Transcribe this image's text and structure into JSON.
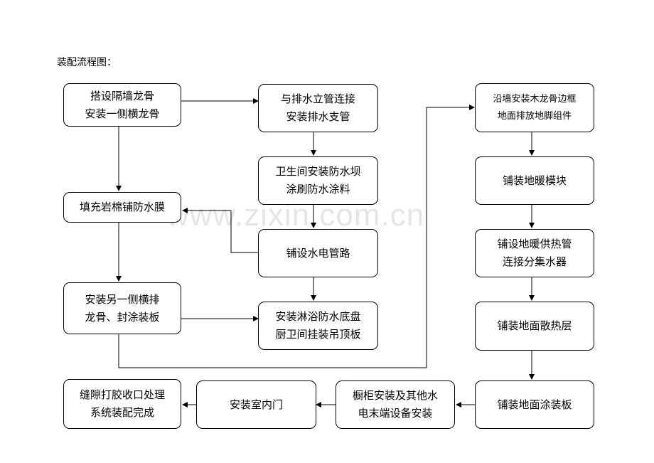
{
  "title": "装配流程图：",
  "watermark": "www.zixin.com.cn",
  "boxes": {
    "b1": [
      "搭设隔墙龙骨",
      "安装一侧横龙骨"
    ],
    "b2": [
      "填充岩棉铺防水膜"
    ],
    "b3": [
      "安装另一侧横排",
      "龙骨、封涂装板"
    ],
    "b4": [
      "缝隙打胶收口处理",
      "系统装配完成"
    ],
    "c1": [
      "与排水立管连接",
      "安装排水支管"
    ],
    "c2": [
      "卫生间安装防水坝",
      "涂刷防水涂料"
    ],
    "c3": [
      "铺设水电管路"
    ],
    "c4": [
      "安装淋浴防水底盘",
      "厨卫间挂装吊顶板"
    ],
    "c5": [
      "安装室内门"
    ],
    "c6": [
      "橱柜安装及其他水",
      "电末端设备安装"
    ],
    "d1": [
      "沿墙安装木龙骨边框",
      "地面排放地脚组件"
    ],
    "d2": [
      "铺装地暖模块"
    ],
    "d3": [
      "铺设地暖供热管",
      "连接分集水器"
    ],
    "d4": [
      "铺装地面散热层"
    ],
    "d5": [
      "铺装地面涂装板"
    ]
  }
}
